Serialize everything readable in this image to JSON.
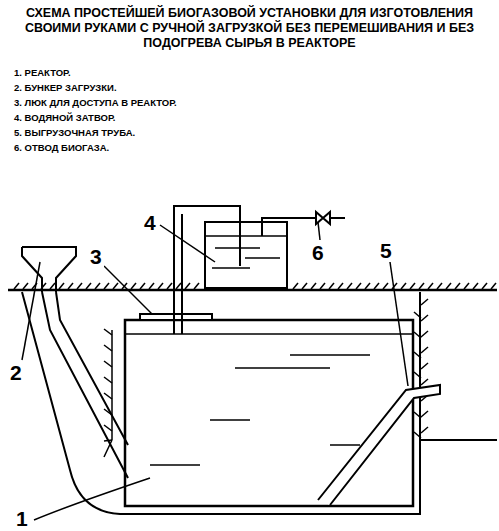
{
  "diagram": {
    "title": "СХЕМА ПРОСТЕЙШЕЙ БИОГАЗОВОЙ УСТАНОВКИ ДЛЯ ИЗГОТОВЛЕНИЯ СВОИМИ РУКАМИ С РУЧНОЙ ЗАГРУЗКОЙ БЕЗ ПЕРЕМЕШИВАНИЯ И БЕЗ ПОДОГРЕВА СЫРЬЯ В РЕАКТОРЕ",
    "labels": [
      "1. РЕАКТОР.",
      "2. БУНКЕР ЗАГРУЗКИ.",
      "3. ЛЮК ДЛЯ ДОСТУПА В РЕАКТОР.",
      "4. ВОДЯНОЙ ЗАТВОР.",
      "5. ВЫГРУЗОЧНАЯ ТРУБА.",
      "6. ОТВОД БИОГАЗА.",
      "4",
      "6",
      "3",
      "5",
      "2",
      "1"
    ]
  }
}
